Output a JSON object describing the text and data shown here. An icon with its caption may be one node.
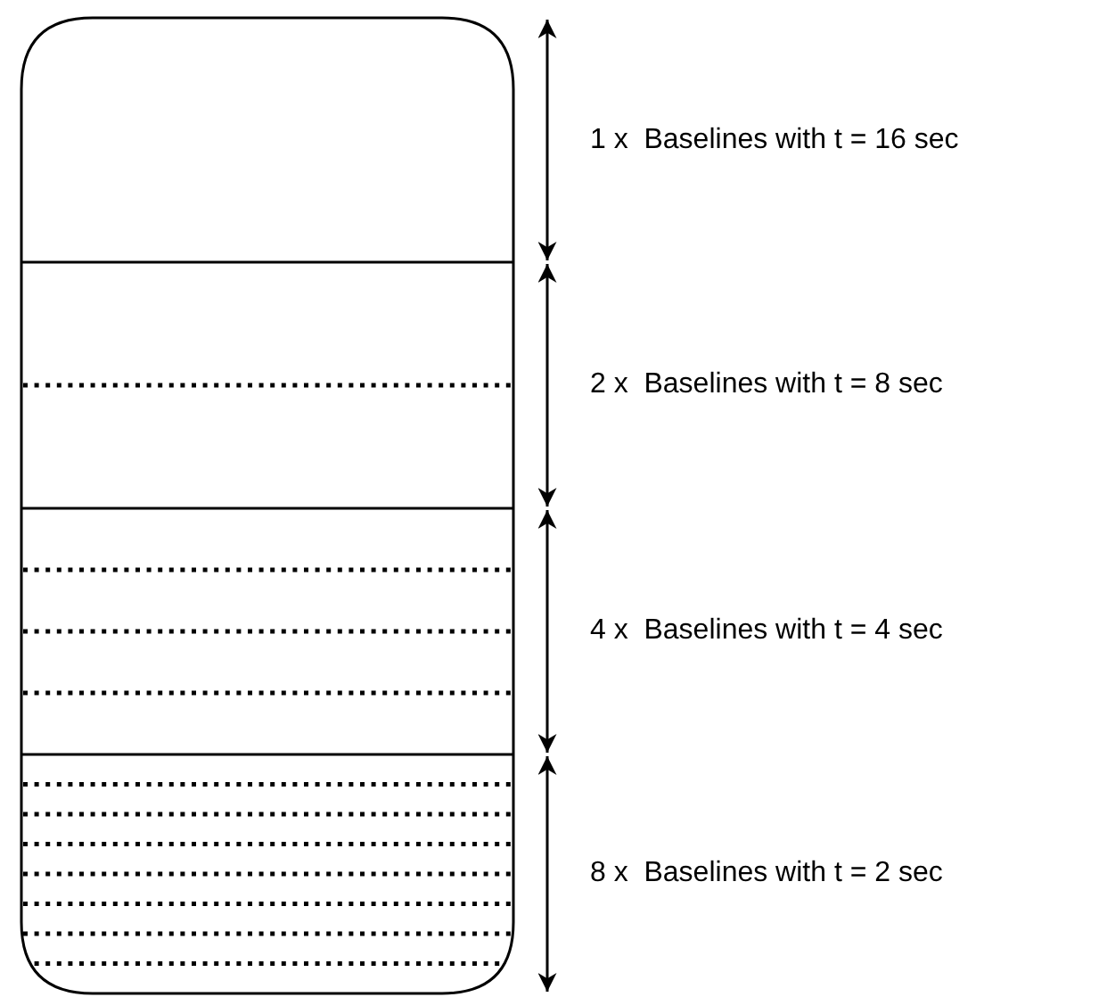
{
  "diagram": {
    "labels": [
      "1 x  Baselines with t = 16 sec",
      "2 x  Baselines with t = 8 sec",
      "4 x  Baselines with t = 4 sec",
      "8 x  Baselines with t = 2 sec"
    ]
  }
}
